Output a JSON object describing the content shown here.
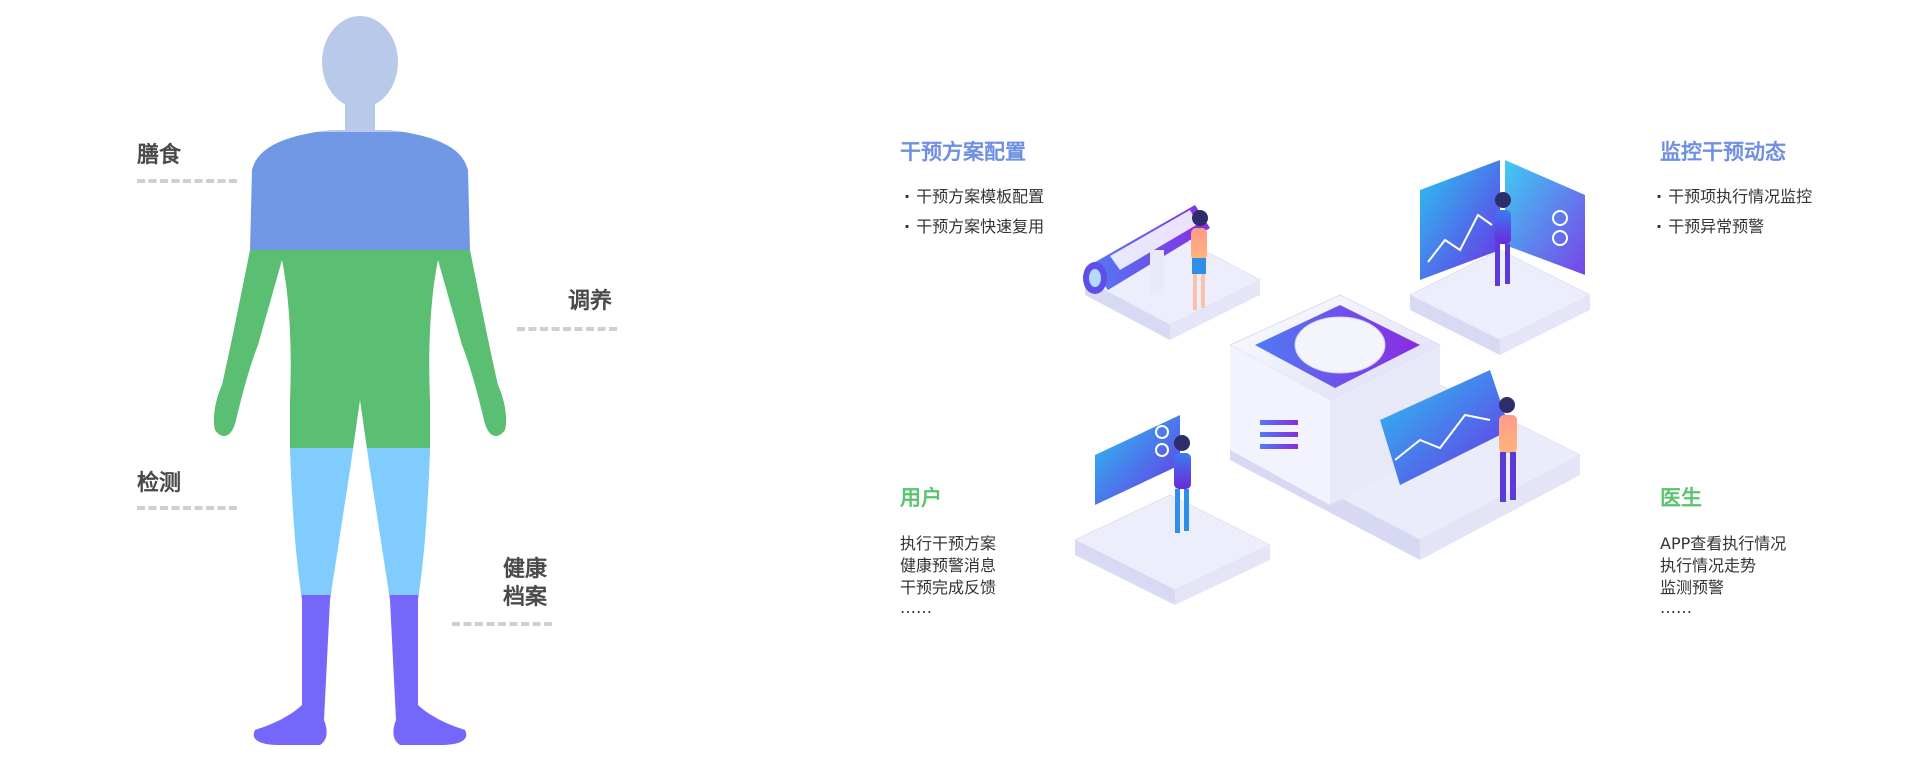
{
  "body_labels": {
    "diet": "膳食",
    "conditioning": "调养",
    "detection": "检测",
    "health_record_line1": "健康",
    "health_record_line2": "档案"
  },
  "sections": {
    "plan_config": {
      "title": "干预方案配置",
      "items": [
        "干预方案模板配置",
        "干预方案快速复用"
      ]
    },
    "monitor": {
      "title": "监控干预动态",
      "items": [
        "干预项执行情况监控",
        "干预异常预警"
      ]
    },
    "user": {
      "title": "用户",
      "items": [
        "执行干预方案",
        "健康预警消息",
        "干预完成反馈",
        "……"
      ]
    },
    "doctor": {
      "title": "医生",
      "items": [
        "APP查看执行情况",
        "执行情况走势",
        "监测预警",
        "……"
      ]
    }
  },
  "colors": {
    "head": "#b9c9e9",
    "torso": "#7198e5",
    "mid": "#5bbf73",
    "shins": "#80ccfd",
    "feet": "#7467fa",
    "blue_title": "#6e8fe3",
    "green_title": "#5ac46e"
  }
}
